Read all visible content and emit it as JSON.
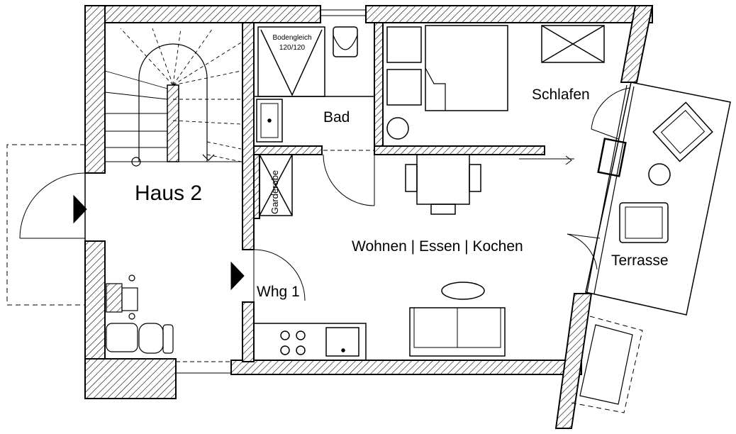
{
  "labels": {
    "house": "Haus 2",
    "bathroom": "Bad",
    "shower": "Bodengleich",
    "shower_size": "120/120",
    "bedroom": "Schlafen",
    "wardrobe": "Garderobe",
    "living": "Wohnen | Essen | Kochen",
    "terrace": "Terrasse",
    "apartment": "Whg 1"
  }
}
